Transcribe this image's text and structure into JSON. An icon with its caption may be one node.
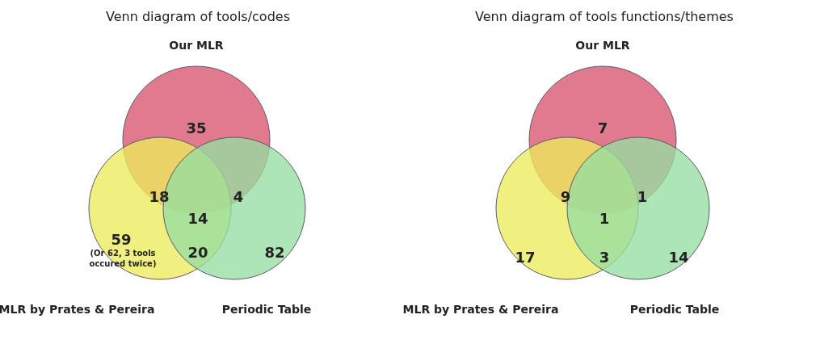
{
  "diagram": {
    "nodes": [
      {
        "text": [
          "Our MLR"
        ]
      },
      {
        "text": [
          "MLR by Prates & Pereira"
        ]
      },
      {
        "text": [
          "Periodic Table"
        ]
      },
      {
        "text": [
          "Our MLR"
        ]
      },
      {
        "text": [
          "MLR by Prates & Pereira"
        ]
      },
      {
        "text": [
          "Periodic Table"
        ]
      }
    ],
    "labels": [
      "Venn diagram of tools/codes",
      "Venn diagram of tools functions/themes",
      "35",
      "18",
      "4",
      "14",
      "59",
      "(Or 62, 3 tools occured twice)",
      "20",
      "82",
      "7",
      "9",
      "1",
      "1",
      "17",
      "3",
      "14"
    ]
  }
}
